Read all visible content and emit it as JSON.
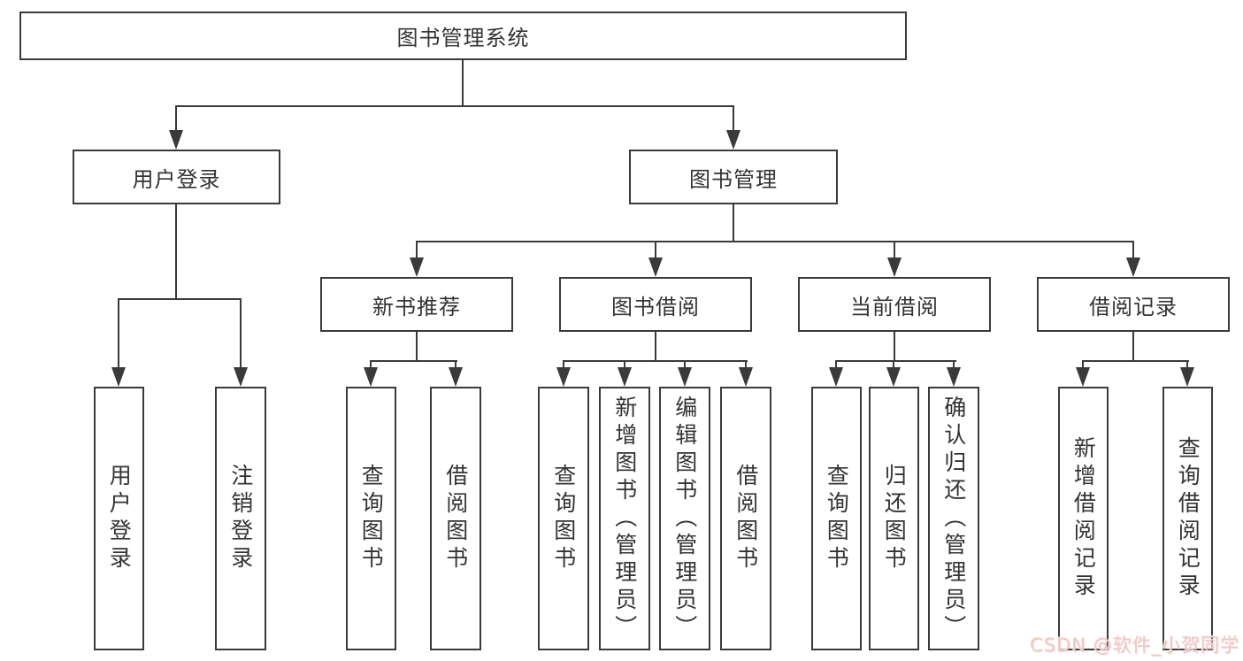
{
  "title": "图书管理系统",
  "watermark": "CSDN @软件_小贺同学",
  "colors": {
    "line": "#3a3a3a",
    "box_background": "#ffffff",
    "text": "#333333",
    "watermark": "#eccac5"
  },
  "tree": {
    "root": {
      "label": "图书管理系统"
    },
    "user_login": {
      "label": "用户登录",
      "children": [
        {
          "label": "用户登录"
        },
        {
          "label": "注销登录"
        }
      ]
    },
    "book_mgmt": {
      "label": "图书管理",
      "new_books": {
        "label": "新书推荐",
        "children": [
          {
            "label": "查询图书"
          },
          {
            "label": "借阅图书"
          }
        ]
      },
      "book_borrow": {
        "label": "图书借阅",
        "children": [
          {
            "label": "查询图书"
          },
          {
            "label": "新增图书（管理员）"
          },
          {
            "label": "编辑图书（管理员）"
          },
          {
            "label": "借阅图书"
          }
        ]
      },
      "current_borrow": {
        "label": "当前借阅",
        "children": [
          {
            "label": "查询图书"
          },
          {
            "label": "归还图书"
          },
          {
            "label": "确认归还（管理员）"
          }
        ]
      },
      "borrow_records": {
        "label": "借阅记录",
        "children": [
          {
            "label": "新增借阅记录"
          },
          {
            "label": "查询借阅记录"
          }
        ]
      }
    }
  }
}
